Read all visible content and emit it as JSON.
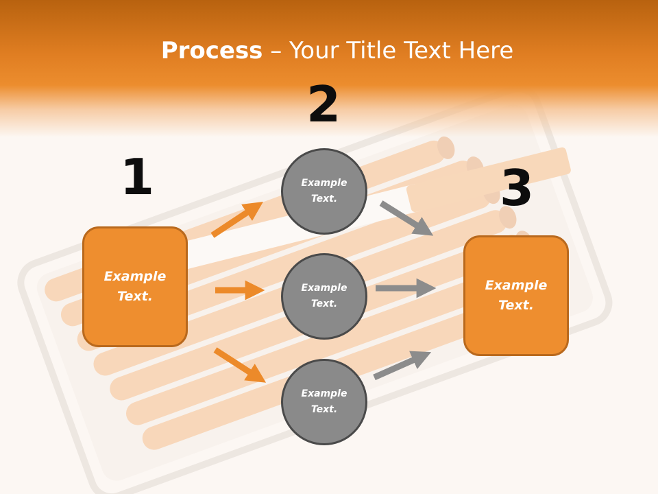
{
  "slide": {
    "title_bold": "Process",
    "title_rest": " – Your Title Text Here",
    "steps": [
      "1",
      "2",
      "3"
    ],
    "left_box_text": "Example Text.",
    "right_box_text": "Example Text.",
    "circles": [
      {
        "text": "Example Text."
      },
      {
        "text": "Example Text."
      },
      {
        "text": "Example Text."
      }
    ]
  },
  "colors": {
    "header": "#e07e22",
    "box_fill": "#ee8e2f",
    "box_border": "#b9691d",
    "circle_fill": "#8a8a8a",
    "circle_border": "#4a4a4a",
    "orange_arrow": "#ec8a2a",
    "gray_arrow": "#8c8c8c",
    "background": "#fcf7f3"
  },
  "icons": {
    "arrow_shape": "arrow-right-icon"
  }
}
